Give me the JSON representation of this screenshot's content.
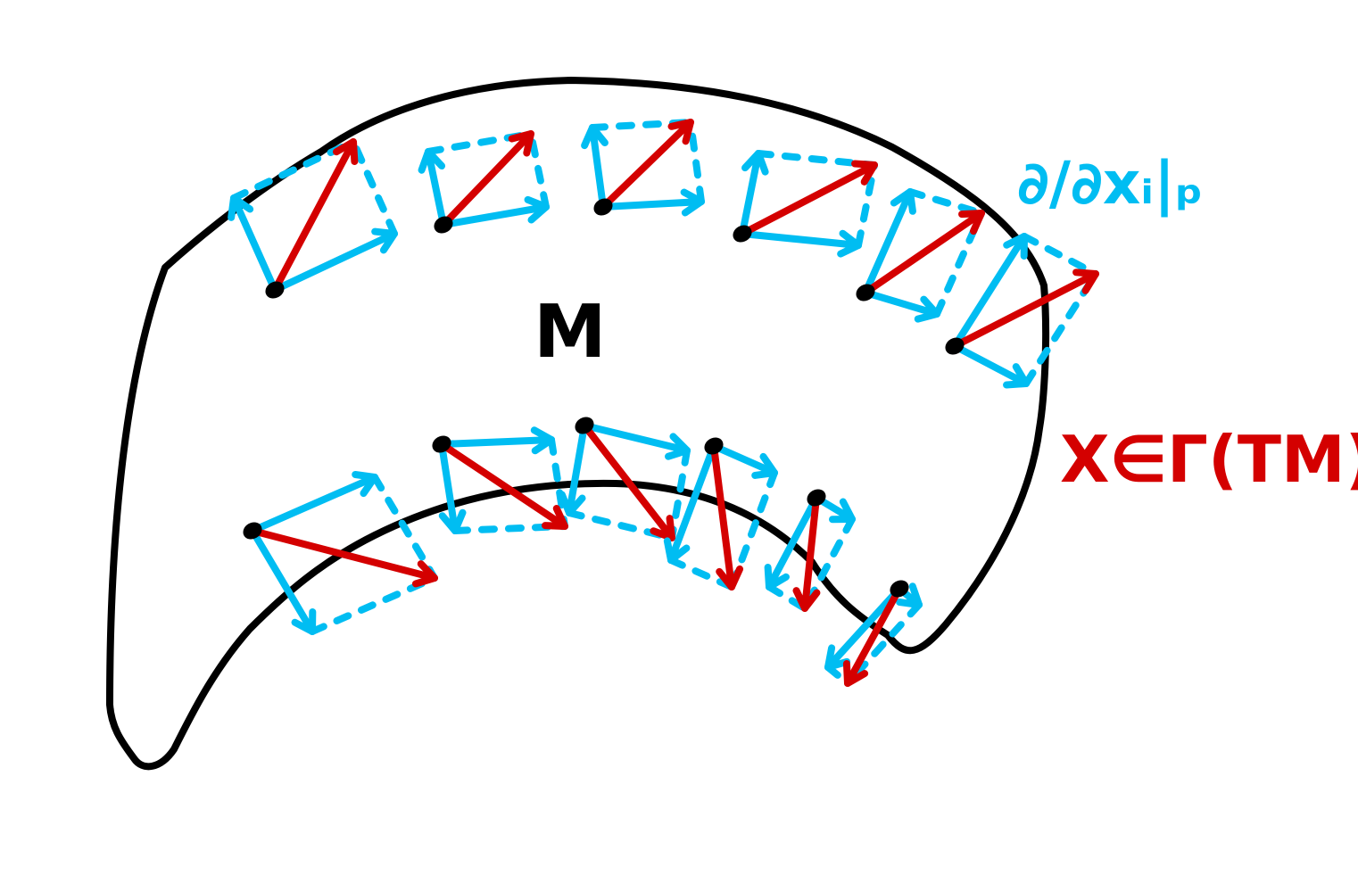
{
  "labels": {
    "manifold": "M",
    "basis_vectors": "∂/∂xᵢ|ₚ",
    "vector_field": "X∈Γ(TM)"
  },
  "colors": {
    "outline": "#000000",
    "basis": "#00BDF2",
    "field": "#D40000",
    "point": "#000000"
  }
}
